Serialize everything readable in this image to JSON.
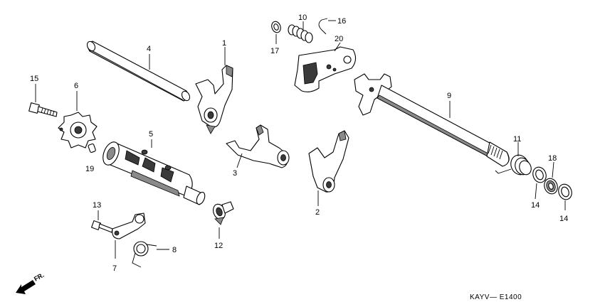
{
  "labels": {
    "p1": "1",
    "p2": "2",
    "p3": "3",
    "p4": "4",
    "p5": "5",
    "p6": "6",
    "p7": "7",
    "p8": "8",
    "p9": "9",
    "p10": "10",
    "p11": "11",
    "p12": "12",
    "p13": "13",
    "p14a": "14",
    "p14b": "14",
    "p15": "15",
    "p16": "16",
    "p17": "17",
    "p18": "18",
    "p19": "19",
    "p20": "20"
  },
  "front_arrow": "FR.",
  "diagram_code": "KAYV— E1400"
}
